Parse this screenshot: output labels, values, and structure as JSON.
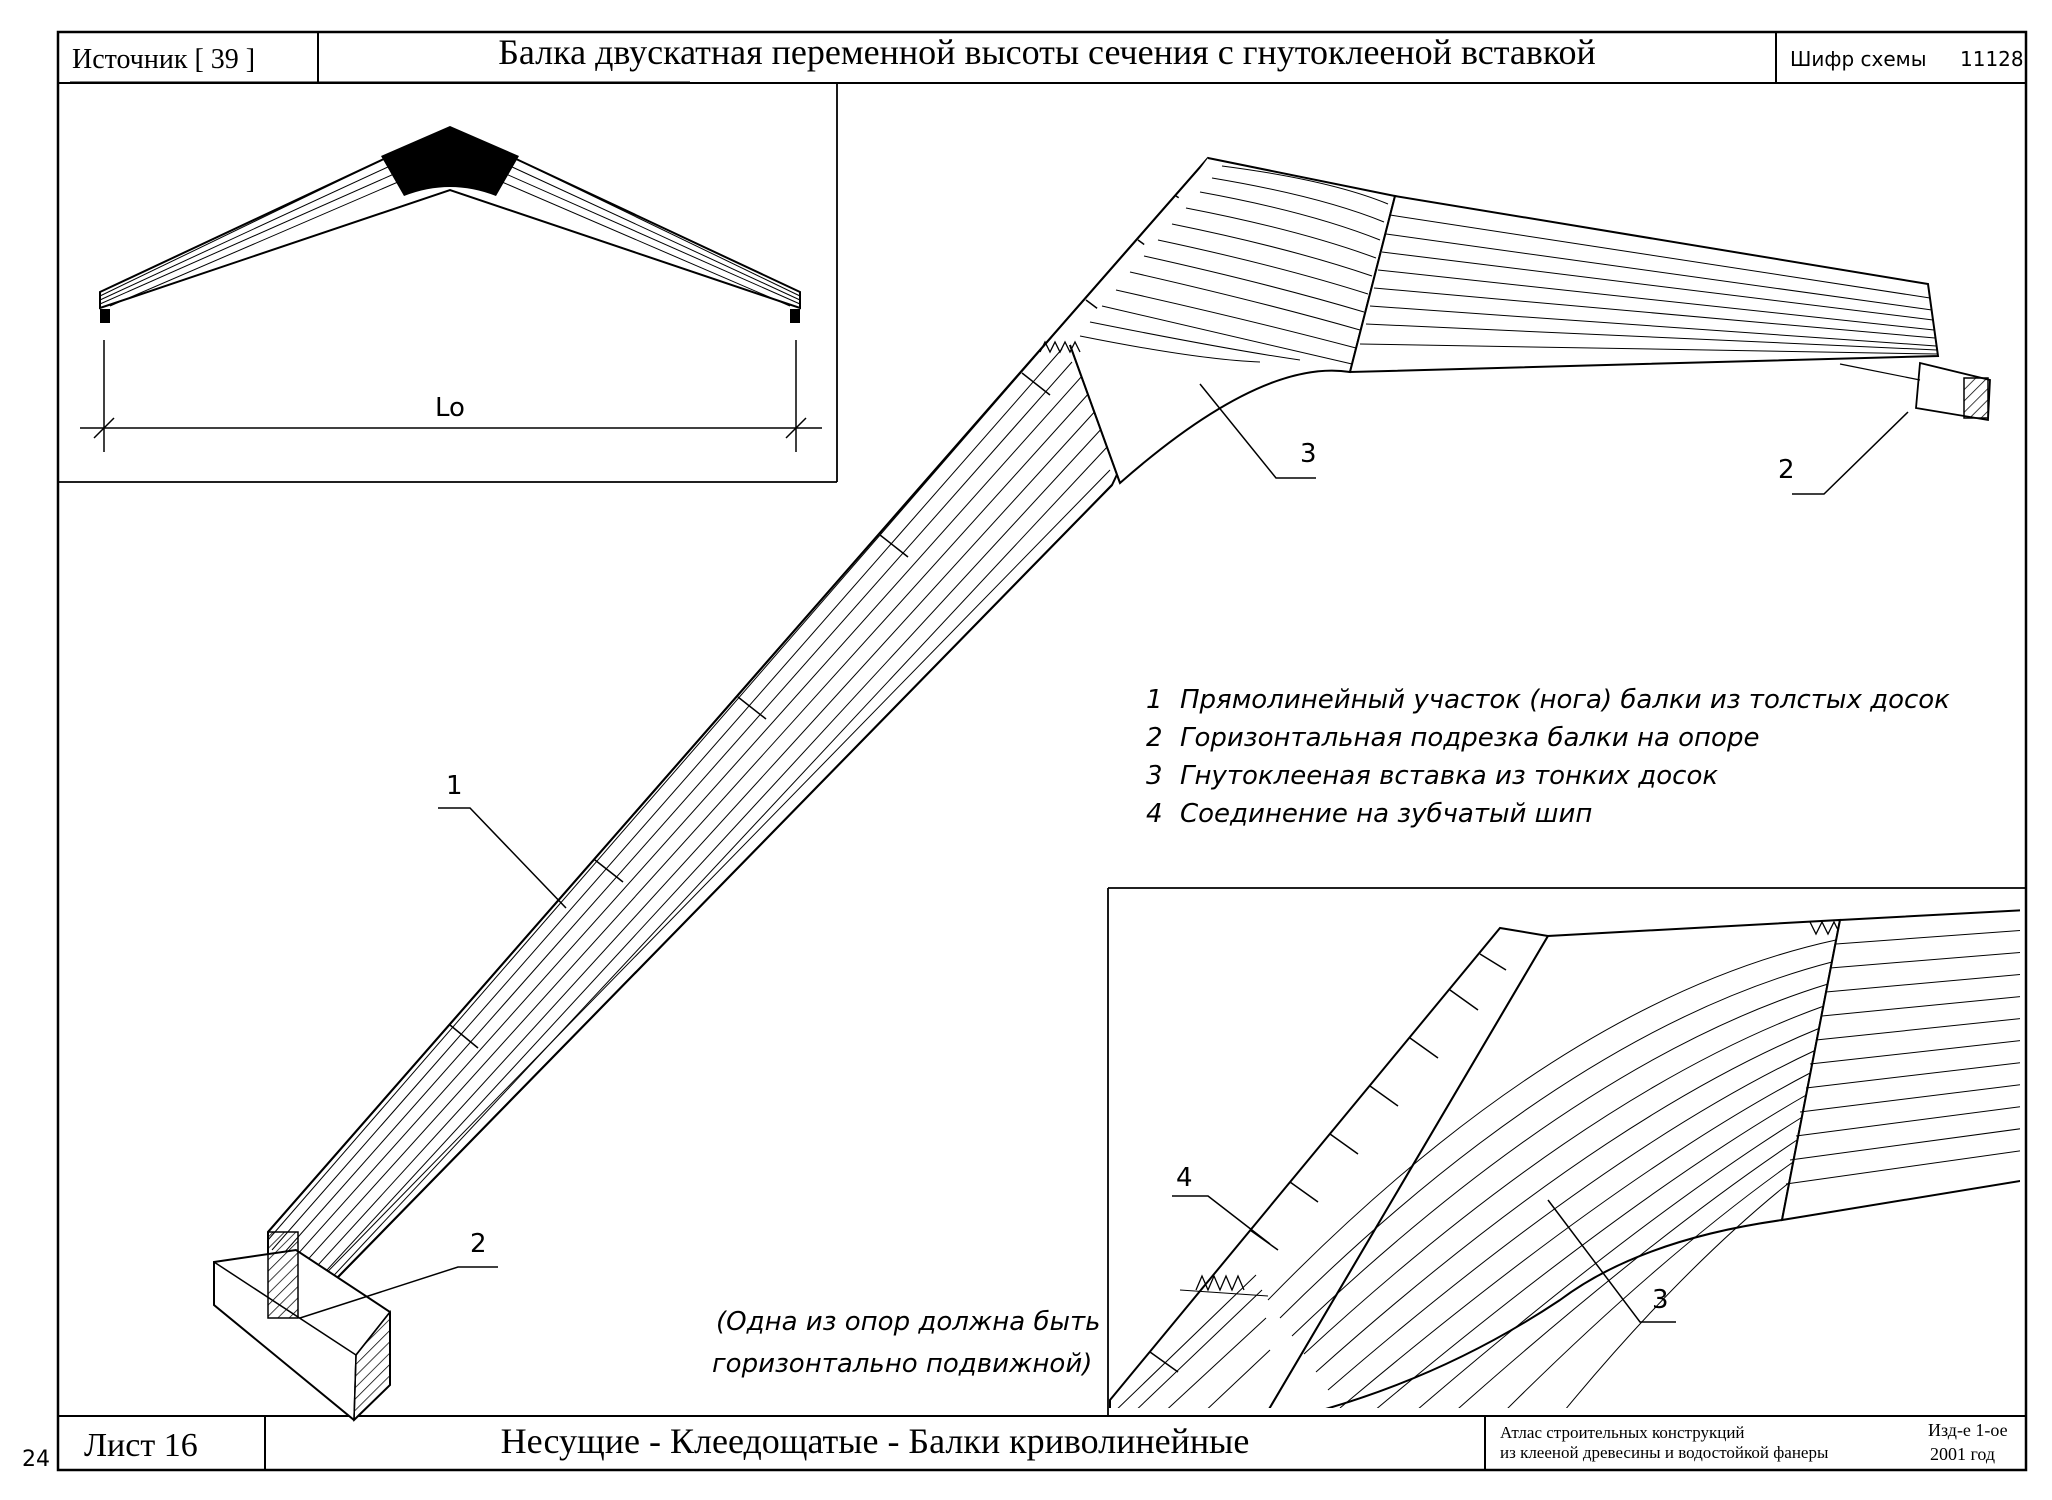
{
  "header": {
    "source_label": "Источник [ 39 ]",
    "title": "Балка двускатная переменной высоты сечения с гнутоклееной вставкой",
    "scheme_code_label": "Шифр схемы",
    "scheme_code": "11128"
  },
  "overview": {
    "span_label": "Lo"
  },
  "main_view": {
    "callout_1": "1",
    "callout_2_left": "2",
    "callout_2_right": "2",
    "callout_3": "3",
    "note_line1": "(Одна из опор должна быть",
    "note_line2": "горизонтально подвижной)"
  },
  "legend": {
    "items": [
      {
        "num": "1",
        "text": "Прямолинейный участок (нога) балки из  толстых досок"
      },
      {
        "num": "2",
        "text": "Горизонтальная подрезка балки на опоре"
      },
      {
        "num": "3",
        "text": "Гнутоклееная вставка из тонких досок"
      },
      {
        "num": "4",
        "text": "Соединение на зубчатый шип"
      }
    ]
  },
  "detail_view": {
    "callout_3": "3",
    "callout_4": "4"
  },
  "footer": {
    "page_number": "24",
    "sheet": "Лист 16",
    "category": "Несущие - Клеедощатые - Балки криволинейные",
    "atlas_line1": "Атлас строительных конструкций",
    "atlas_line2": "из клееной древесины и водостойкой фанеры",
    "edition_line1": "Изд-е 1-ое",
    "edition_line2": "2001 год"
  }
}
